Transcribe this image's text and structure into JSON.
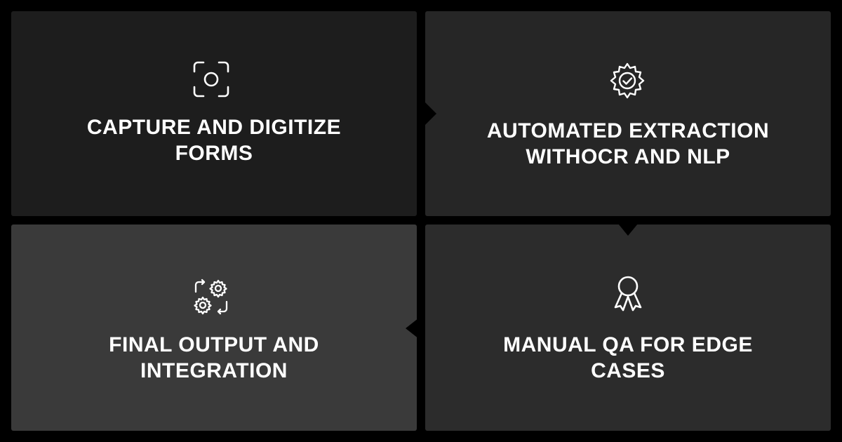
{
  "steps": [
    {
      "icon": "camera-focus-icon",
      "title_line1": "CAPTURE AND DIGITIZE",
      "title_line2": "FORMS"
    },
    {
      "icon": "gear-check-icon",
      "title_line1": "AUTOMATED EXTRACTION",
      "title_line2": "WITHOCR AND NLP"
    },
    {
      "icon": "award-ribbon-icon",
      "title_line1": "MANUAL QA FOR EDGE",
      "title_line2": "CASES"
    },
    {
      "icon": "gears-sync-icon",
      "title_line1": "FINAL OUTPUT AND",
      "title_line2": "INTEGRATION"
    }
  ],
  "colors": {
    "background": "#000000",
    "panel_1": "#1d1d1d",
    "panel_2": "#262626",
    "panel_3": "#2c2c2c",
    "panel_4": "#3a3a3a",
    "text": "#ffffff"
  }
}
